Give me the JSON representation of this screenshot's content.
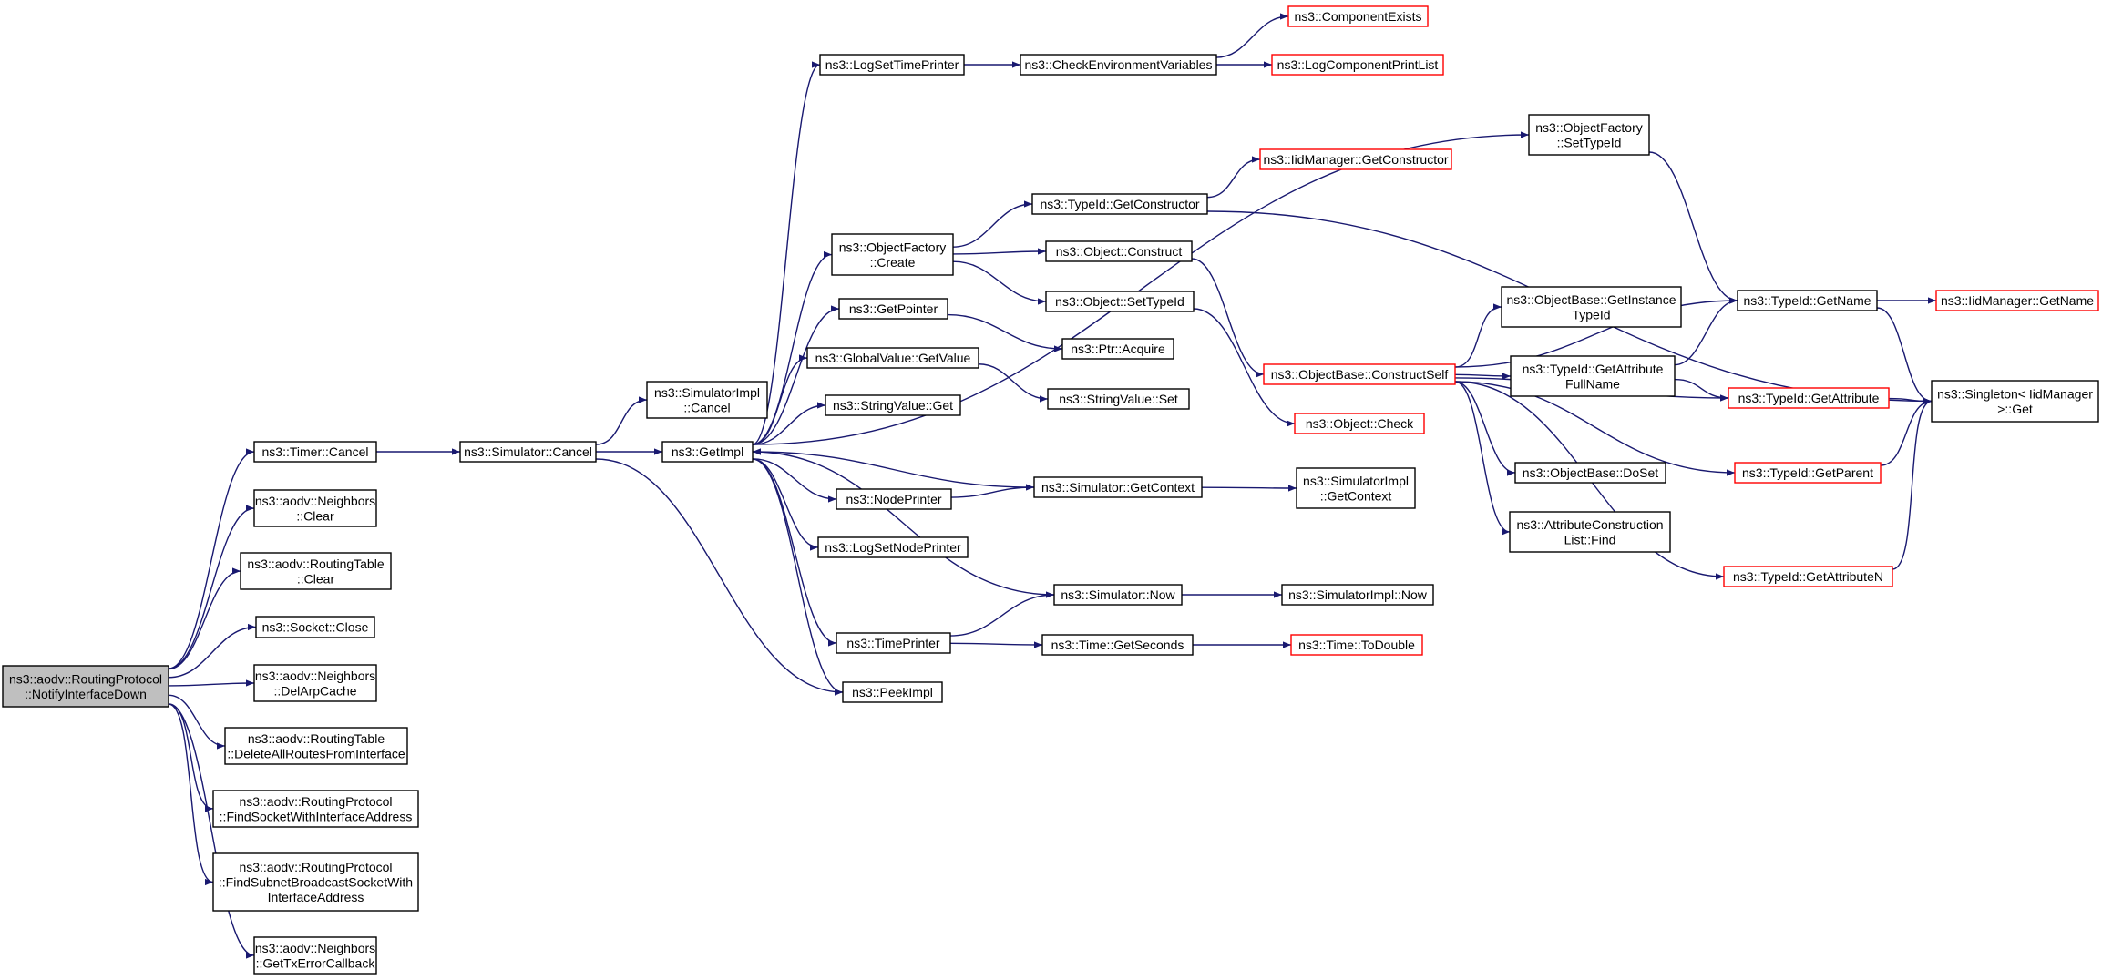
{
  "colors": {
    "edge": "#191970",
    "root_fill": "#bfbfbf",
    "fill": "#ffffff",
    "border_documented": "#000000",
    "border_undocumented": "#ff0000"
  },
  "nodes": {
    "root": {
      "lines": [
        "ns3::aodv::RoutingProtocol",
        "::NotifyInterfaceDown"
      ],
      "style": "root"
    },
    "timer_cancel": {
      "lines": [
        "ns3::Timer::Cancel"
      ],
      "style": "black"
    },
    "nb_clear": {
      "lines": [
        "ns3::aodv::Neighbors",
        "::Clear"
      ],
      "style": "black"
    },
    "rt_clear": {
      "lines": [
        "ns3::aodv::RoutingTable",
        "::Clear"
      ],
      "style": "black"
    },
    "socket_close": {
      "lines": [
        "ns3::Socket::Close"
      ],
      "style": "black"
    },
    "nb_delarp": {
      "lines": [
        "ns3::aodv::Neighbors",
        "::DelArpCache"
      ],
      "style": "black"
    },
    "rt_deleteall": {
      "lines": [
        "ns3::aodv::RoutingTable",
        "::DeleteAllRoutesFromInterface"
      ],
      "style": "black"
    },
    "rp_findsocket": {
      "lines": [
        "ns3::aodv::RoutingProtocol",
        "::FindSocketWithInterfaceAddress"
      ],
      "style": "black"
    },
    "rp_findsubnet": {
      "lines": [
        "ns3::aodv::RoutingProtocol",
        "::FindSubnetBroadcastSocketWith",
        "InterfaceAddress"
      ],
      "style": "black"
    },
    "nb_gettx": {
      "lines": [
        "ns3::aodv::Neighbors",
        "::GetTxErrorCallback"
      ],
      "style": "black"
    },
    "sim_cancel": {
      "lines": [
        "ns3::Simulator::Cancel"
      ],
      "style": "black"
    },
    "simimpl_cancel": {
      "lines": [
        "ns3::SimulatorImpl",
        "::Cancel"
      ],
      "style": "black"
    },
    "getimpl": {
      "lines": [
        "ns3::GetImpl"
      ],
      "style": "black"
    },
    "logsettimeprinter": {
      "lines": [
        "ns3::LogSetTimePrinter"
      ],
      "style": "black"
    },
    "checkenv": {
      "lines": [
        "ns3::CheckEnvironmentVariables"
      ],
      "style": "black"
    },
    "compexists": {
      "lines": [
        "ns3::ComponentExists"
      ],
      "style": "red"
    },
    "logcompprint": {
      "lines": [
        "ns3::LogComponentPrintList"
      ],
      "style": "red"
    },
    "of_settypeid": {
      "lines": [
        "ns3::ObjectFactory",
        "::SetTypeId"
      ],
      "style": "black"
    },
    "iid_getctor": {
      "lines": [
        "ns3::IidManager::GetConstructor"
      ],
      "style": "red"
    },
    "tid_getctor": {
      "lines": [
        "ns3::TypeId::GetConstructor"
      ],
      "style": "black"
    },
    "of_create": {
      "lines": [
        "ns3::ObjectFactory",
        "::Create"
      ],
      "style": "black"
    },
    "obj_construct": {
      "lines": [
        "ns3::Object::Construct"
      ],
      "style": "black"
    },
    "obj_settypeid": {
      "lines": [
        "ns3::Object::SetTypeId"
      ],
      "style": "black"
    },
    "getpointer": {
      "lines": [
        "ns3::GetPointer"
      ],
      "style": "black"
    },
    "ptr_acquire": {
      "lines": [
        "ns3::Ptr::Acquire"
      ],
      "style": "black"
    },
    "gv_getvalue": {
      "lines": [
        "ns3::GlobalValue::GetValue"
      ],
      "style": "black"
    },
    "sv_set": {
      "lines": [
        "ns3::StringValue::Set"
      ],
      "style": "black"
    },
    "sv_get": {
      "lines": [
        "ns3::StringValue::Get"
      ],
      "style": "black"
    },
    "ob_constructself": {
      "lines": [
        "ns3::ObjectBase::ConstructSelf"
      ],
      "style": "red"
    },
    "obj_check": {
      "lines": [
        "ns3::Object::Check"
      ],
      "style": "red"
    },
    "ob_getinstance": {
      "lines": [
        "ns3::ObjectBase::GetInstance",
        "TypeId"
      ],
      "style": "black"
    },
    "tid_getname": {
      "lines": [
        "ns3::TypeId::GetName"
      ],
      "style": "black"
    },
    "iid_getname": {
      "lines": [
        "ns3::IidManager::GetName"
      ],
      "style": "red"
    },
    "tid_getattrfull": {
      "lines": [
        "ns3::TypeId::GetAttribute",
        "FullName"
      ],
      "style": "black"
    },
    "tid_getattr": {
      "lines": [
        "ns3::TypeId::GetAttribute"
      ],
      "style": "red"
    },
    "singleton_get": {
      "lines": [
        "ns3::Singleton< IidManager",
        " >::Get"
      ],
      "style": "black"
    },
    "ob_doset": {
      "lines": [
        "ns3::ObjectBase::DoSet"
      ],
      "style": "black"
    },
    "tid_getparent": {
      "lines": [
        "ns3::TypeId::GetParent"
      ],
      "style": "red"
    },
    "nodeprinter": {
      "lines": [
        "ns3::NodePrinter"
      ],
      "style": "black"
    },
    "sim_getcontext": {
      "lines": [
        "ns3::Simulator::GetContext"
      ],
      "style": "black"
    },
    "simimpl_getcontext": {
      "lines": [
        "ns3::SimulatorImpl",
        "::GetContext"
      ],
      "style": "black"
    },
    "logsetnodeprinter": {
      "lines": [
        "ns3::LogSetNodePrinter"
      ],
      "style": "black"
    },
    "acl_find": {
      "lines": [
        "ns3::AttributeConstruction",
        "List::Find"
      ],
      "style": "black"
    },
    "tid_getattrn": {
      "lines": [
        "ns3::TypeId::GetAttributeN"
      ],
      "style": "red"
    },
    "sim_now": {
      "lines": [
        "ns3::Simulator::Now"
      ],
      "style": "black"
    },
    "simimpl_now": {
      "lines": [
        "ns3::SimulatorImpl::Now"
      ],
      "style": "black"
    },
    "timeprinter": {
      "lines": [
        "ns3::TimePrinter"
      ],
      "style": "black"
    },
    "time_getseconds": {
      "lines": [
        "ns3::Time::GetSeconds"
      ],
      "style": "black"
    },
    "time_todouble": {
      "lines": [
        "ns3::Time::ToDouble"
      ],
      "style": "red"
    },
    "peekimpl": {
      "lines": [
        "ns3::PeekImpl"
      ],
      "style": "black"
    }
  },
  "edges": [
    [
      "root",
      "timer_cancel"
    ],
    [
      "root",
      "nb_clear"
    ],
    [
      "root",
      "rt_clear"
    ],
    [
      "root",
      "socket_close"
    ],
    [
      "root",
      "nb_delarp"
    ],
    [
      "root",
      "rt_deleteall"
    ],
    [
      "root",
      "rp_findsocket"
    ],
    [
      "root",
      "rp_findsubnet"
    ],
    [
      "root",
      "nb_gettx"
    ],
    [
      "timer_cancel",
      "sim_cancel"
    ],
    [
      "sim_cancel",
      "simimpl_cancel"
    ],
    [
      "sim_cancel",
      "getimpl"
    ],
    [
      "sim_cancel",
      "peekimpl"
    ],
    [
      "getimpl",
      "logsettimeprinter"
    ],
    [
      "getimpl",
      "of_settypeid"
    ],
    [
      "getimpl",
      "of_create"
    ],
    [
      "getimpl",
      "getpointer"
    ],
    [
      "getimpl",
      "gv_getvalue"
    ],
    [
      "getimpl",
      "sv_get"
    ],
    [
      "getimpl",
      "nodeprinter"
    ],
    [
      "getimpl",
      "logsetnodeprinter"
    ],
    [
      "getimpl",
      "timeprinter"
    ],
    [
      "getimpl",
      "peekimpl"
    ],
    [
      "logsettimeprinter",
      "checkenv"
    ],
    [
      "checkenv",
      "compexists"
    ],
    [
      "checkenv",
      "logcompprint"
    ],
    [
      "of_settypeid",
      "tid_getname"
    ],
    [
      "of_create",
      "tid_getctor"
    ],
    [
      "of_create",
      "obj_construct"
    ],
    [
      "of_create",
      "obj_settypeid"
    ],
    [
      "tid_getctor",
      "iid_getctor"
    ],
    [
      "tid_getctor",
      "singleton_get"
    ],
    [
      "obj_construct",
      "ob_constructself"
    ],
    [
      "obj_settypeid",
      "obj_check"
    ],
    [
      "getpointer",
      "ptr_acquire"
    ],
    [
      "gv_getvalue",
      "sv_set"
    ],
    [
      "ob_constructself",
      "tid_getname"
    ],
    [
      "ob_constructself",
      "ob_getinstance"
    ],
    [
      "ob_constructself",
      "tid_getattrfull"
    ],
    [
      "ob_constructself",
      "tid_getattr"
    ],
    [
      "ob_constructself",
      "ob_doset"
    ],
    [
      "ob_constructself",
      "acl_find"
    ],
    [
      "ob_constructself",
      "tid_getparent"
    ],
    [
      "ob_constructself",
      "tid_getattrn"
    ],
    [
      "tid_getname",
      "iid_getname"
    ],
    [
      "tid_getname",
      "singleton_get"
    ],
    [
      "tid_getattrfull",
      "tid_getname"
    ],
    [
      "tid_getattrfull",
      "tid_getattr"
    ],
    [
      "tid_getattr",
      "singleton_get"
    ],
    [
      "tid_getparent",
      "singleton_get"
    ],
    [
      "tid_getattrn",
      "singleton_get"
    ],
    [
      "nodeprinter",
      "sim_getcontext"
    ],
    [
      "sim_getcontext",
      "getimpl"
    ],
    [
      "sim_getcontext",
      "simimpl_getcontext"
    ],
    [
      "sim_now",
      "getimpl"
    ],
    [
      "sim_now",
      "simimpl_now"
    ],
    [
      "timeprinter",
      "sim_now"
    ],
    [
      "timeprinter",
      "time_getseconds"
    ],
    [
      "time_getseconds",
      "time_todouble"
    ]
  ]
}
